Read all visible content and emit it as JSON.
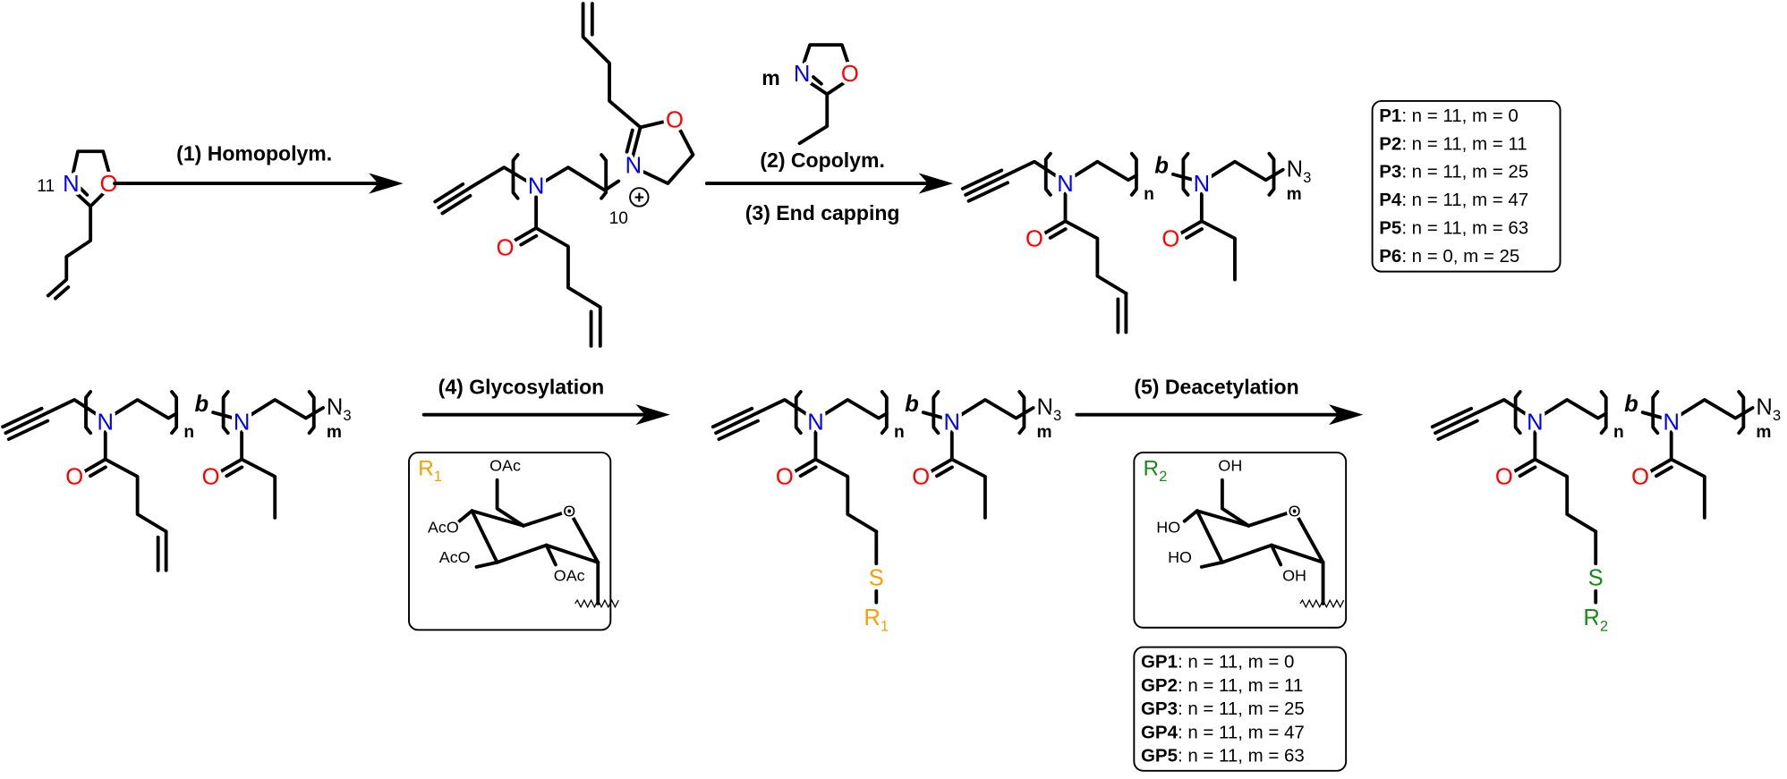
{
  "steps": {
    "s1": "(1) Homopolym.",
    "s2": "(2) Copolym.",
    "s3": "(3) End capping",
    "s4": "(4) Glycosylation",
    "s5": "(5) Deacetylation"
  },
  "monomer_equiv": {
    "first": "11",
    "second": "m"
  },
  "atoms": {
    "N": "N",
    "O": "O",
    "S": "S",
    "azide": "N",
    "azide_sub": "3"
  },
  "polymer": {
    "n": "n",
    "m": "m",
    "block": "b",
    "dp": "10",
    "charge": "+"
  },
  "R1": {
    "letter": "R",
    "sub": "1",
    "color": "#F5A000",
    "substituents": [
      "OAc",
      "AcO",
      "AcO",
      "OAc"
    ],
    "ring_O": "O"
  },
  "R2": {
    "letter": "R",
    "sub": "2",
    "color": "#178A17",
    "substituents": [
      "OH",
      "HO",
      "HO",
      "OH"
    ],
    "ring_O": "O"
  },
  "colors": {
    "nitrogen": "#0000FF",
    "oxygen": "#FF0000",
    "bond": "#000000"
  },
  "tables": {
    "P": [
      {
        "label": "P1",
        "text": ": n = 11, m = 0"
      },
      {
        "label": "P2",
        "text": ": n = 11, m = 11"
      },
      {
        "label": "P3",
        "text": ": n = 11, m = 25"
      },
      {
        "label": "P4",
        "text": ": n = 11, m = 47"
      },
      {
        "label": "P5",
        "text": ": n = 11, m = 63"
      },
      {
        "label": "P6",
        "text": ": n = 0,   m = 25"
      }
    ],
    "GP": [
      {
        "label": "GP1",
        "text": ": n = 11, m = 0"
      },
      {
        "label": "GP2",
        "text": ": n = 11, m = 11"
      },
      {
        "label": "GP3",
        "text": ": n = 11, m = 25"
      },
      {
        "label": "GP4",
        "text": ": n = 11, m = 47"
      },
      {
        "label": "GP5",
        "text": ": n = 11, m = 63"
      }
    ]
  }
}
